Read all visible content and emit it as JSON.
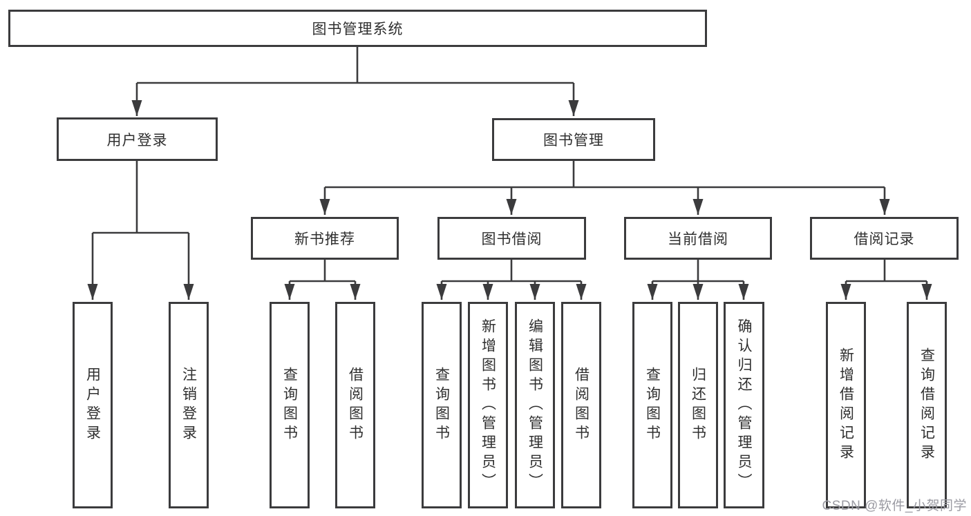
{
  "diagram": {
    "title": "图书管理系统",
    "root": {
      "label": "图书管理系统"
    },
    "level1": [
      {
        "label": "用户登录"
      },
      {
        "label": "图书管理"
      }
    ],
    "level2": [
      {
        "label": "新书推荐"
      },
      {
        "label": "图书借阅"
      },
      {
        "label": "当前借阅"
      },
      {
        "label": "借阅记录"
      }
    ],
    "leaves": [
      {
        "label": "用户登录",
        "parent": "用户登录"
      },
      {
        "label": "注销登录",
        "parent": "用户登录"
      },
      {
        "label": "查询图书",
        "parent": "新书推荐"
      },
      {
        "label": "借阅图书",
        "parent": "新书推荐"
      },
      {
        "label": "查询图书",
        "parent": "图书借阅"
      },
      {
        "label": "新增图书（管理员）",
        "parent": "图书借阅"
      },
      {
        "label": "编辑图书（管理员）",
        "parent": "图书借阅"
      },
      {
        "label": "借阅图书",
        "parent": "图书借阅"
      },
      {
        "label": "查询图书",
        "parent": "当前借阅"
      },
      {
        "label": "归还图书",
        "parent": "当前借阅"
      },
      {
        "label": "确认归还（管理员）",
        "parent": "当前借阅"
      },
      {
        "label": "新增借阅记录",
        "parent": "借阅记录"
      },
      {
        "label": "查询借阅记录",
        "parent": "借阅记录"
      }
    ]
  },
  "watermark": {
    "text": "CSDN @软件_小贺同学"
  },
  "colors": {
    "line": "#3b3b3d",
    "border": "#3b3b3d",
    "text": "#2f2f2f",
    "background": "#ffffff",
    "watermark": "#9b9ba3"
  }
}
